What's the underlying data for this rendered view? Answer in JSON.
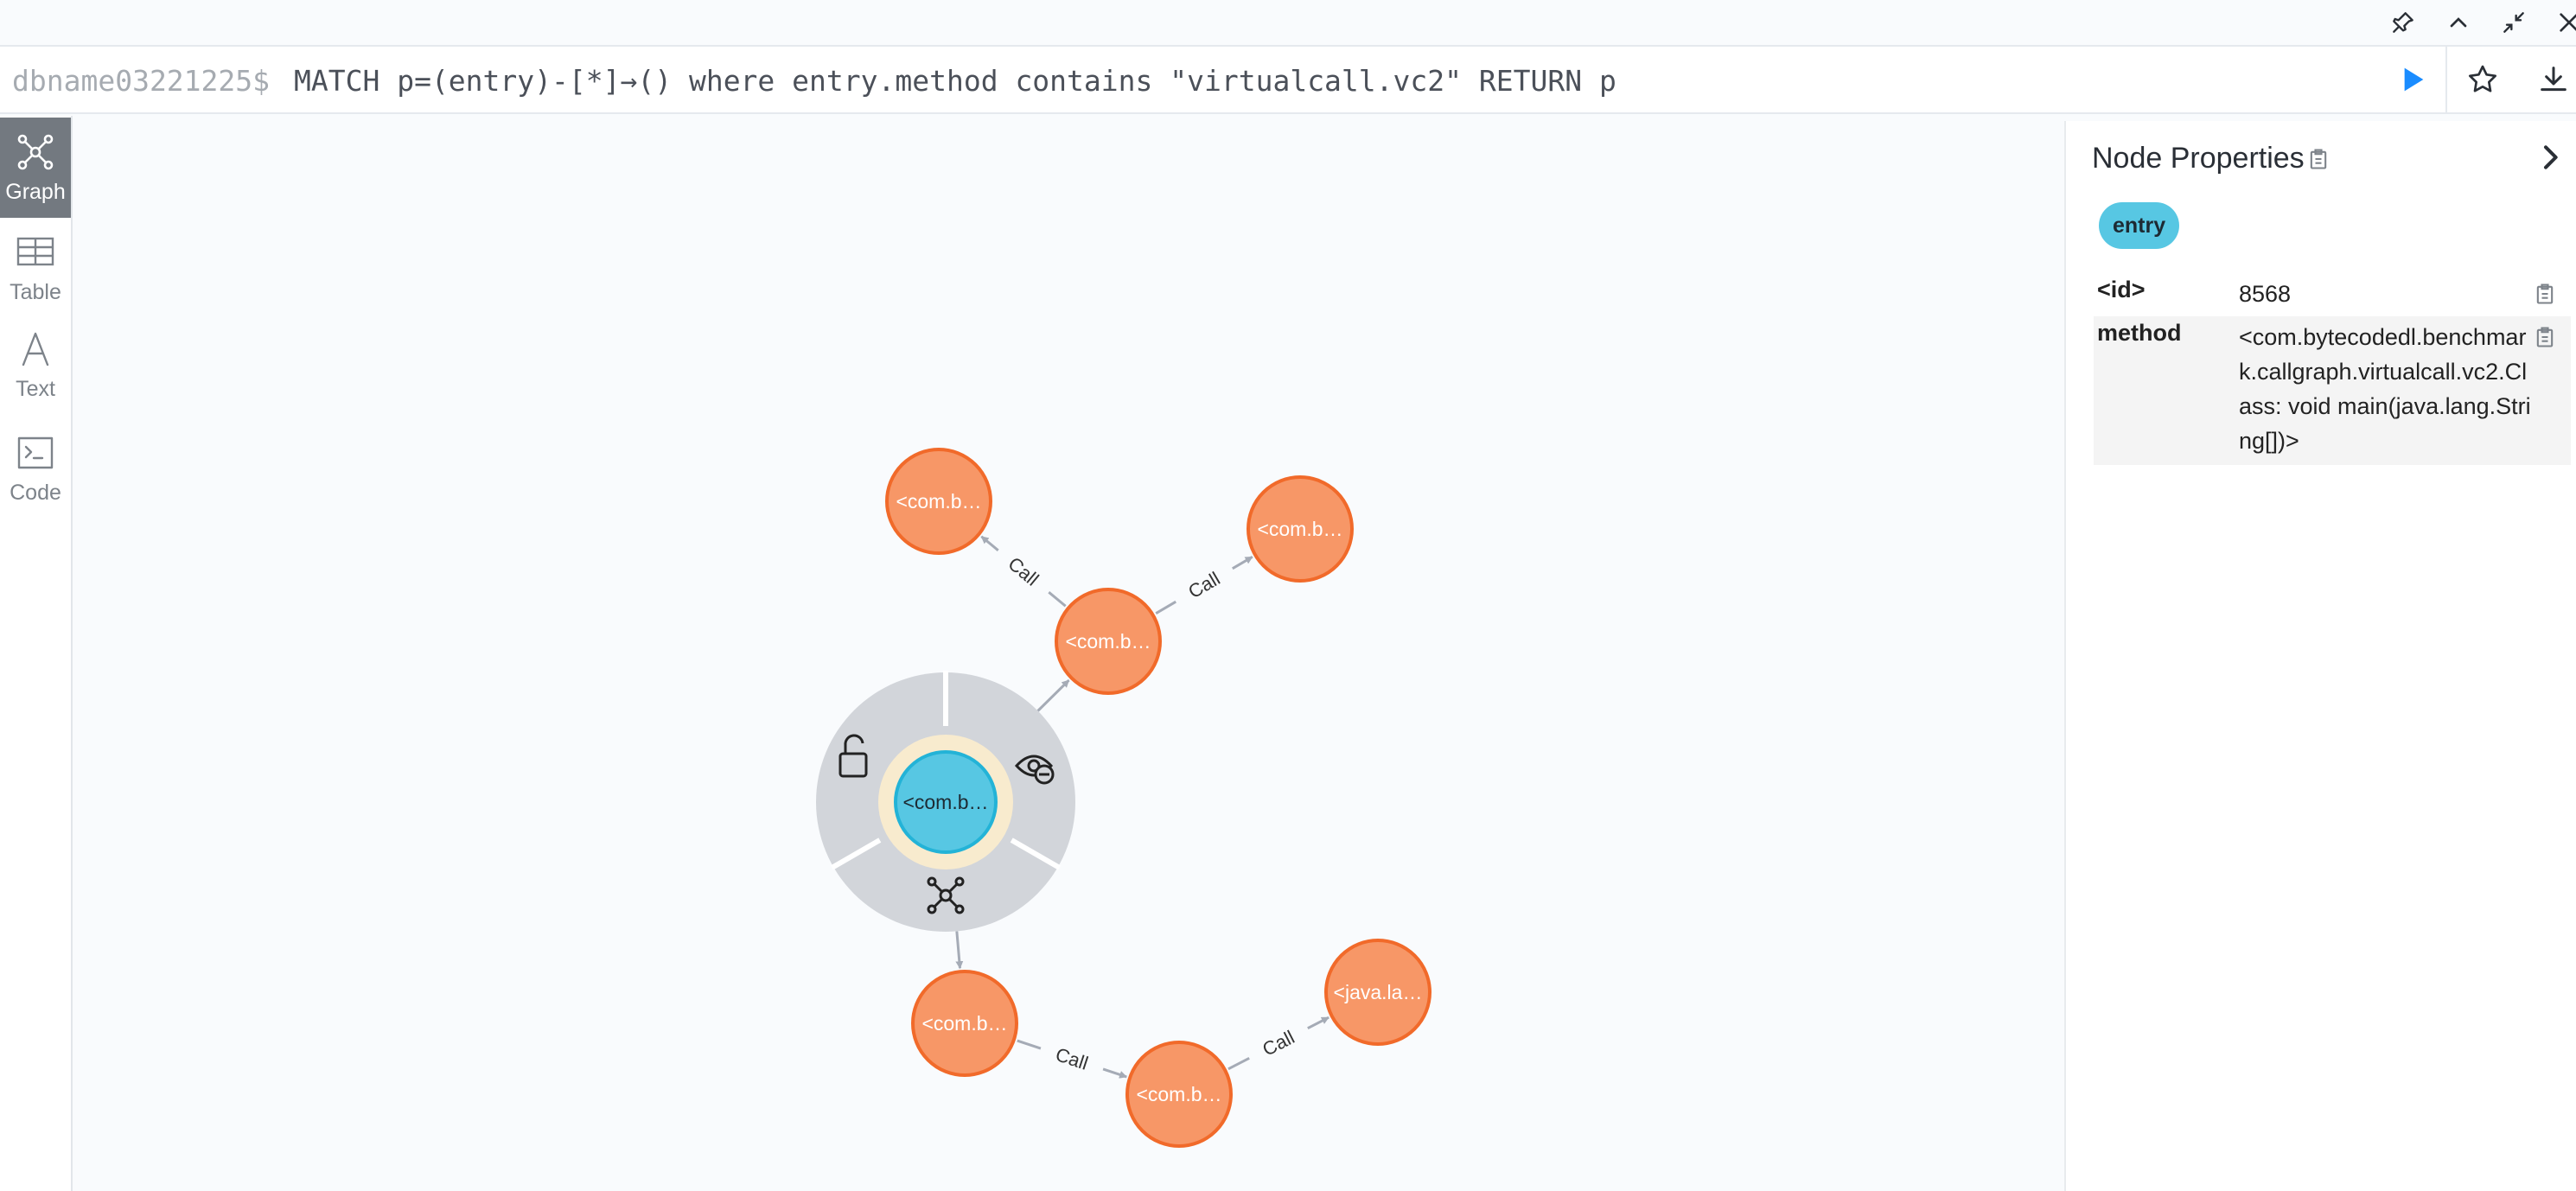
{
  "query": {
    "prompt": "dbname03221225$",
    "text": "MATCH p=(entry)-[*]→() where entry.method contains \"virtualcall.vc2\" RETURN p"
  },
  "window_controls": [
    "pin-icon",
    "chevron-up-icon",
    "minimize-icon",
    "close-icon"
  ],
  "query_actions": [
    "run-icon",
    "star-icon",
    "download-icon"
  ],
  "sidebar": {
    "items": [
      {
        "label": "Graph",
        "icon": "graph-icon",
        "active": true
      },
      {
        "label": "Table",
        "icon": "table-icon",
        "active": false
      },
      {
        "label": "Text",
        "icon": "text-icon",
        "active": false
      },
      {
        "label": "Code",
        "icon": "code-icon",
        "active": false
      }
    ]
  },
  "graph": {
    "colors": {
      "entry": "#57c7e3",
      "method": "#f79767",
      "method_stroke": "#f16a2a",
      "entry_stroke": "#23b3d7",
      "edge": "#a5abb6",
      "ring": "#d2d5da",
      "halo": "#f8ebce"
    },
    "nodes": [
      {
        "id": "n0",
        "label": "<com.b…",
        "type": "entry",
        "selected": true
      },
      {
        "id": "n1",
        "label": "<com.b…",
        "type": "method"
      },
      {
        "id": "n2",
        "label": "<com.b…",
        "type": "method"
      },
      {
        "id": "n3",
        "label": "<com.b…",
        "type": "method"
      },
      {
        "id": "n4",
        "label": "<com.b…",
        "type": "method"
      },
      {
        "id": "n5",
        "label": "<com.b…",
        "type": "method"
      },
      {
        "id": "n6",
        "label": "<java.la…",
        "type": "method"
      }
    ],
    "edges": [
      {
        "from": "n0",
        "to": "n1",
        "label": ""
      },
      {
        "from": "n1",
        "to": "n2",
        "label": "Call"
      },
      {
        "from": "n1",
        "to": "n3",
        "label": "Call"
      },
      {
        "from": "n0",
        "to": "n4",
        "label": ""
      },
      {
        "from": "n4",
        "to": "n5",
        "label": "Call"
      },
      {
        "from": "n5",
        "to": "n6",
        "label": "Call"
      }
    ],
    "ring_actions": [
      "unlock-icon",
      "hide-icon",
      "expand-icon"
    ]
  },
  "properties": {
    "title": "Node Properties",
    "badge": "entry",
    "rows": [
      {
        "key": "<id>",
        "value": "8568"
      },
      {
        "key": "method",
        "value": "<com.bytecodedl.benchmark.callgraph.virtualcall.vc2.Class: void main(java.lang.String[])>"
      }
    ]
  }
}
